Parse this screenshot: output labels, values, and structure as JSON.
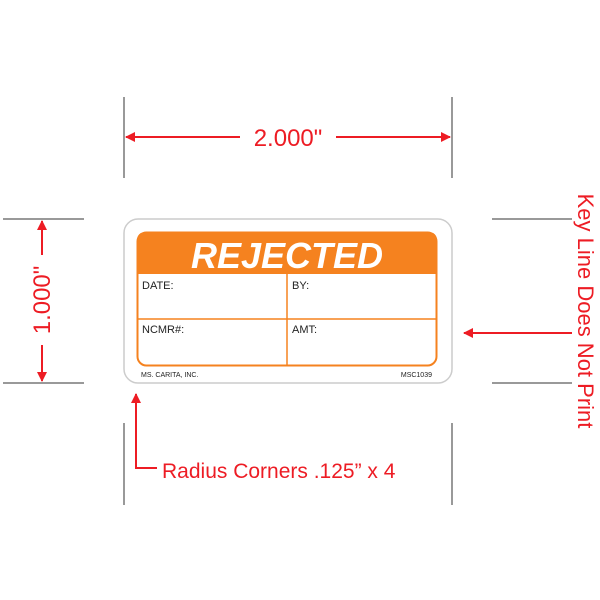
{
  "dimensions": {
    "width_label": "2.000\"",
    "height_label": "1.000\"",
    "key_line_note": "Key Line Does Not Print",
    "radius_note": "Radius Corners .125” x 4"
  },
  "label": {
    "title": "REJECTED",
    "fields": [
      "DATE:",
      "BY:",
      "NCMR#:",
      "AMT:"
    ],
    "company": "MS. CARITA, INC.",
    "product_code": "MSC1039"
  },
  "colors": {
    "accent": "#f5821f",
    "annotation": "#ed1c24",
    "key_line": "#cccccc"
  }
}
